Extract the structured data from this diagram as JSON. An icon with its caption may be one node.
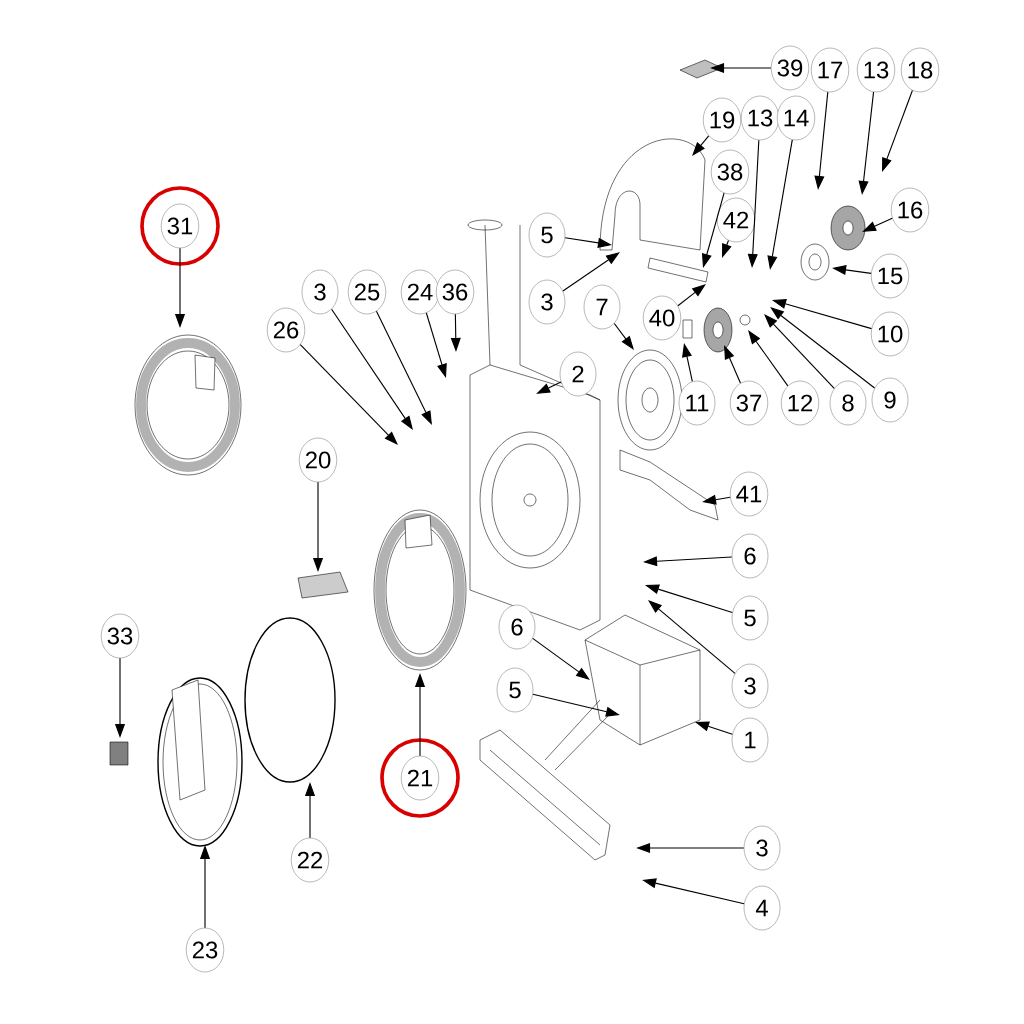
{
  "diagram": {
    "nodes": [
      {
        "text": [
          "39"
        ]
      },
      {
        "text": [
          "17"
        ]
      },
      {
        "text": [
          "13"
        ]
      },
      {
        "text": [
          "18"
        ]
      },
      {
        "text": [
          "19"
        ]
      },
      {
        "text": [
          "13"
        ]
      },
      {
        "text": [
          "14"
        ]
      },
      {
        "text": [
          "38"
        ]
      },
      {
        "text": [
          "16"
        ]
      },
      {
        "text": [
          "5"
        ]
      },
      {
        "text": [
          "42"
        ]
      },
      {
        "text": [
          "3"
        ]
      },
      {
        "text": [
          "15"
        ]
      },
      {
        "text": [
          "40"
        ]
      },
      {
        "text": [
          "7"
        ]
      },
      {
        "text": [
          "10"
        ]
      },
      {
        "text": [
          "26"
        ]
      },
      {
        "text": [
          "3"
        ]
      },
      {
        "text": [
          "25"
        ]
      },
      {
        "text": [
          "24"
        ]
      },
      {
        "text": [
          "36"
        ]
      },
      {
        "text": [
          "2"
        ]
      },
      {
        "text": [
          "11"
        ]
      },
      {
        "text": [
          "37"
        ]
      },
      {
        "text": [
          "12"
        ]
      },
      {
        "text": [
          "8"
        ]
      },
      {
        "text": [
          "9"
        ]
      },
      {
        "text": [
          "20"
        ]
      },
      {
        "text": [
          "41"
        ]
      },
      {
        "text": [
          "31"
        ]
      },
      {
        "text": [
          "6"
        ]
      },
      {
        "text": [
          "5"
        ]
      },
      {
        "text": [
          "6"
        ]
      },
      {
        "text": [
          "3"
        ]
      },
      {
        "text": [
          "5"
        ]
      },
      {
        "text": [
          "33"
        ]
      },
      {
        "text": [
          "1"
        ]
      },
      {
        "text": [
          "21"
        ]
      },
      {
        "text": [
          "22"
        ]
      },
      {
        "text": [
          "23"
        ]
      },
      {
        "text": [
          "3"
        ]
      },
      {
        "text": [
          "4"
        ]
      }
    ],
    "edges": [
      {
        "from": 0,
        "to": null,
        "arrow": "to"
      },
      {
        "from": 1,
        "to": null,
        "arrow": "to"
      },
      {
        "from": 2,
        "to": null,
        "arrow": "to"
      },
      {
        "from": 3,
        "to": null,
        "arrow": "to"
      },
      {
        "from": 4,
        "to": null,
        "arrow": "to"
      },
      {
        "from": 5,
        "to": null,
        "arrow": "to"
      },
      {
        "from": 6,
        "to": null,
        "arrow": "to"
      },
      {
        "from": 7,
        "to": null,
        "arrow": "to"
      },
      {
        "from": 8,
        "to": null,
        "arrow": "to"
      },
      {
        "from": 9,
        "to": null,
        "arrow": "to"
      },
      {
        "from": 10,
        "to": null,
        "arrow": "to"
      },
      {
        "from": 11,
        "to": null,
        "arrow": "to"
      },
      {
        "from": 12,
        "to": null,
        "arrow": "to"
      },
      {
        "from": 13,
        "to": null,
        "arrow": "to"
      },
      {
        "from": 14,
        "to": null,
        "arrow": "to"
      },
      {
        "from": 15,
        "to": null,
        "arrow": "to"
      },
      {
        "from": 16,
        "to": null,
        "arrow": "to"
      },
      {
        "from": 17,
        "to": null,
        "arrow": "to"
      },
      {
        "from": 18,
        "to": null,
        "arrow": "to"
      },
      {
        "from": 19,
        "to": null,
        "arrow": "to"
      },
      {
        "from": 20,
        "to": null,
        "arrow": "to"
      },
      {
        "from": 21,
        "to": null,
        "arrow": "to"
      },
      {
        "from": 22,
        "to": null,
        "arrow": "to"
      },
      {
        "from": 23,
        "to": null,
        "arrow": "to"
      },
      {
        "from": 24,
        "to": null,
        "arrow": "to"
      },
      {
        "from": 25,
        "to": null,
        "arrow": "to"
      },
      {
        "from": 26,
        "to": null,
        "arrow": "to"
      },
      {
        "from": 27,
        "to": null,
        "arrow": "to"
      },
      {
        "from": 28,
        "to": null,
        "arrow": "to"
      },
      {
        "from": 29,
        "to": null,
        "arrow": "to"
      },
      {
        "from": 30,
        "to": null,
        "arrow": "to"
      },
      {
        "from": 31,
        "to": null,
        "arrow": "to"
      },
      {
        "from": 32,
        "to": null,
        "arrow": "to"
      },
      {
        "from": 33,
        "to": null,
        "arrow": "to"
      },
      {
        "from": 34,
        "to": null,
        "arrow": "to"
      },
      {
        "from": 35,
        "to": null,
        "arrow": "to"
      },
      {
        "from": 36,
        "to": null,
        "arrow": "to"
      },
      {
        "from": 37,
        "to": null,
        "arrow": "to"
      },
      {
        "from": 38,
        "to": null,
        "arrow": "to"
      },
      {
        "from": 39,
        "to": null,
        "arrow": "to"
      },
      {
        "from": 40,
        "to": null,
        "arrow": "to"
      },
      {
        "from": 41,
        "to": null,
        "arrow": "to"
      }
    ]
  }
}
